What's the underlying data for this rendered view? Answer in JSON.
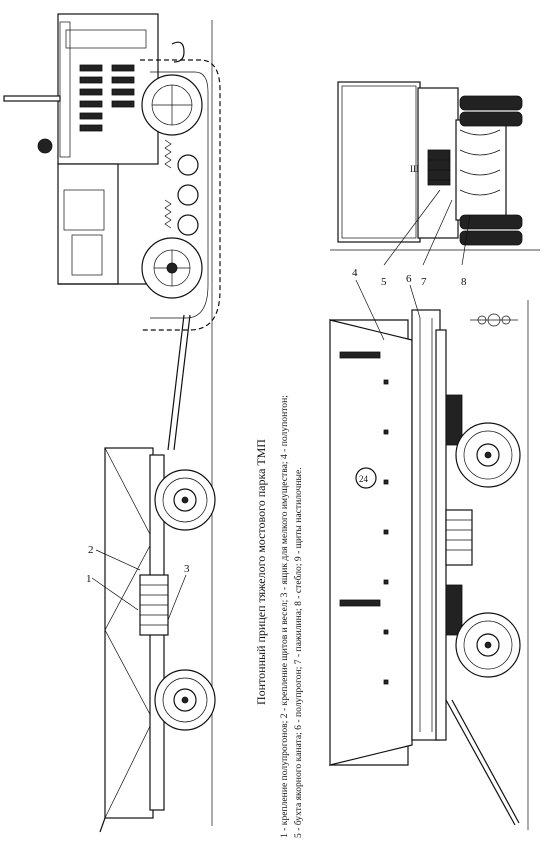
{
  "caption": {
    "title": "Понтонный прицеп тяжелого мостового парка ТМП",
    "legend_line1": "1 - крепление полупрогонов; 2 - крепление щитов и весел; 3 - ящик для мелкого имущества; 4 - полупонтон;",
    "legend_line2": "5 - бухта якорного каната; 6 - полупрогон; 7 - пажилина; 8 - стебло; 9 - щиты настилочные."
  },
  "callouts": {
    "c1": "1",
    "c2": "2",
    "c3": "3",
    "c4": "4",
    "c5": "5",
    "c6": "6",
    "c7": "7",
    "c8": "8"
  },
  "pontoon_number": "24"
}
